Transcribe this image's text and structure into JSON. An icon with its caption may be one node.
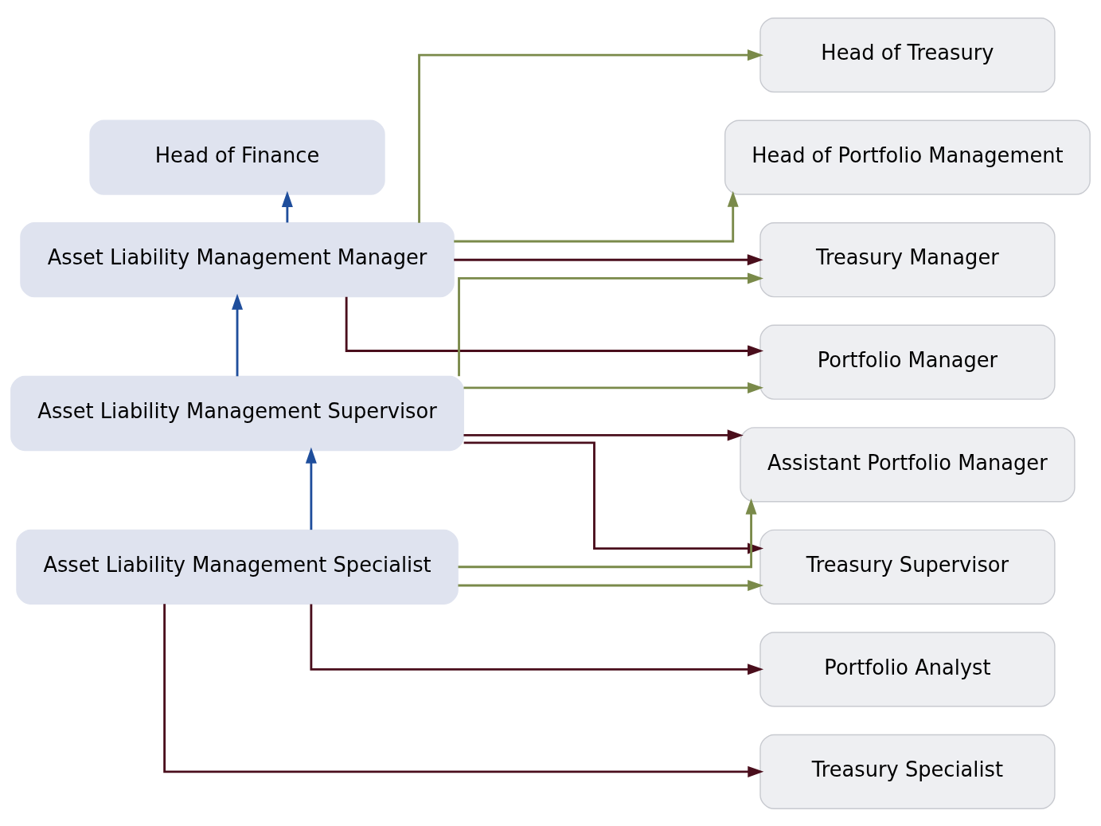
{
  "diagram": {
    "nodes": [
      {
        "text": [
          "Head of Finance"
        ]
      },
      {
        "text": [
          "Asset Liability Management Manager"
        ]
      },
      {
        "text": [
          "Asset Liability Management Supervisor"
        ]
      },
      {
        "text": [
          "Asset Liability Management Specialist"
        ]
      },
      {
        "text": [
          "Head of Treasury"
        ]
      },
      {
        "text": [
          "Head of Portfolio Management"
        ]
      },
      {
        "text": [
          "Treasury Manager"
        ]
      },
      {
        "text": [
          "Portfolio Manager"
        ]
      },
      {
        "text": [
          "Assistant Portfolio Manager"
        ]
      },
      {
        "text": [
          "Treasury Supervisor"
        ]
      },
      {
        "text": [
          "Portfolio Analyst"
        ]
      },
      {
        "text": [
          "Treasury Specialist"
        ]
      }
    ],
    "edges": [
      {
        "from": 1,
        "to": 0,
        "arrow": "to",
        "color": "#1f4e9c"
      },
      {
        "from": 2,
        "to": 1,
        "arrow": "to",
        "color": "#1f4e9c"
      },
      {
        "from": 3,
        "to": 2,
        "arrow": "to",
        "color": "#1f4e9c"
      },
      {
        "from": 1,
        "to": 4,
        "arrow": "to",
        "color": "#7a8a4a"
      },
      {
        "from": 1,
        "to": 5,
        "arrow": "to",
        "color": "#7a8a4a"
      },
      {
        "from": 1,
        "to": 6,
        "arrow": "to",
        "color": "#4a0e1c"
      },
      {
        "from": 1,
        "to": 7,
        "arrow": "to",
        "color": "#4a0e1c"
      },
      {
        "from": 2,
        "to": 6,
        "arrow": "to",
        "color": "#7a8a4a"
      },
      {
        "from": 2,
        "to": 7,
        "arrow": "to",
        "color": "#7a8a4a"
      },
      {
        "from": 2,
        "to": 8,
        "arrow": "to",
        "color": "#4a0e1c"
      },
      {
        "from": 2,
        "to": 9,
        "arrow": "to",
        "color": "#4a0e1c"
      },
      {
        "from": 3,
        "to": 8,
        "arrow": "to",
        "color": "#7a8a4a"
      },
      {
        "from": 3,
        "to": 9,
        "arrow": "to",
        "color": "#7a8a4a"
      },
      {
        "from": 3,
        "to": 10,
        "arrow": "to",
        "color": "#4a0e1c"
      },
      {
        "from": 3,
        "to": 11,
        "arrow": "to",
        "color": "#4a0e1c"
      }
    ]
  }
}
